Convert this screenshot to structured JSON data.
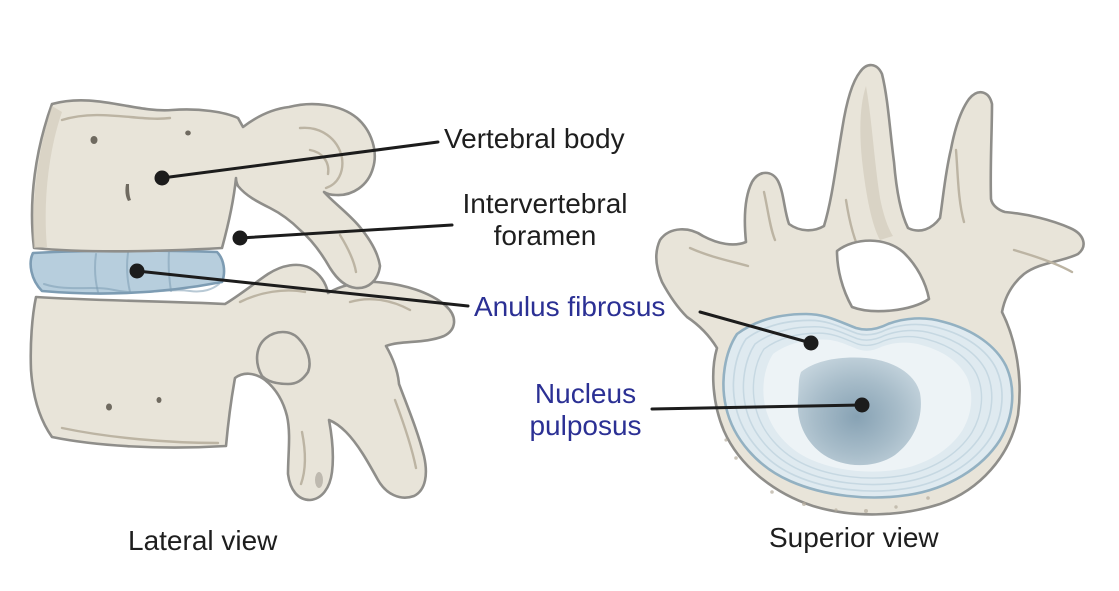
{
  "figure": {
    "labels": {
      "vertebral_body": "Vertebral body",
      "intervertebral_foramen_line1": "Intervertebral",
      "intervertebral_foramen_line2": "foramen",
      "anulus_fibrosus": "Anulus fibrosus",
      "nucleus_line1": "Nucleus",
      "nucleus_line2": "pulposus"
    },
    "captions": {
      "lateral": "Lateral view",
      "superior": "Superior view"
    },
    "colors": {
      "background": "#ffffff",
      "label_text": "#1e1e1e",
      "accent_label_text": "#2b3094",
      "leader_line": "#1c1c1c",
      "bone_fill": "#e8e4d9",
      "bone_shadow": "#d4cdbe",
      "bone_crease": "#bcb4a3",
      "bone_outline": "#8f8e8a",
      "pit_mark": "#6f6a60",
      "speckle": "#b5ad9c",
      "disc_lateral_fill": "#b7cedd",
      "disc_lateral_outline": "#7d9cb3",
      "disc_superior_fill": "#dfeaf0",
      "disc_superior_outline": "#93b1c2",
      "disc_ring": "#c6d8e2",
      "disc_inner": "#edf3f6",
      "nucleus_center": "#87a2b4",
      "nucleus_mid": "#a7bcc9",
      "nucleus_edge": "#c6d5de"
    }
  }
}
